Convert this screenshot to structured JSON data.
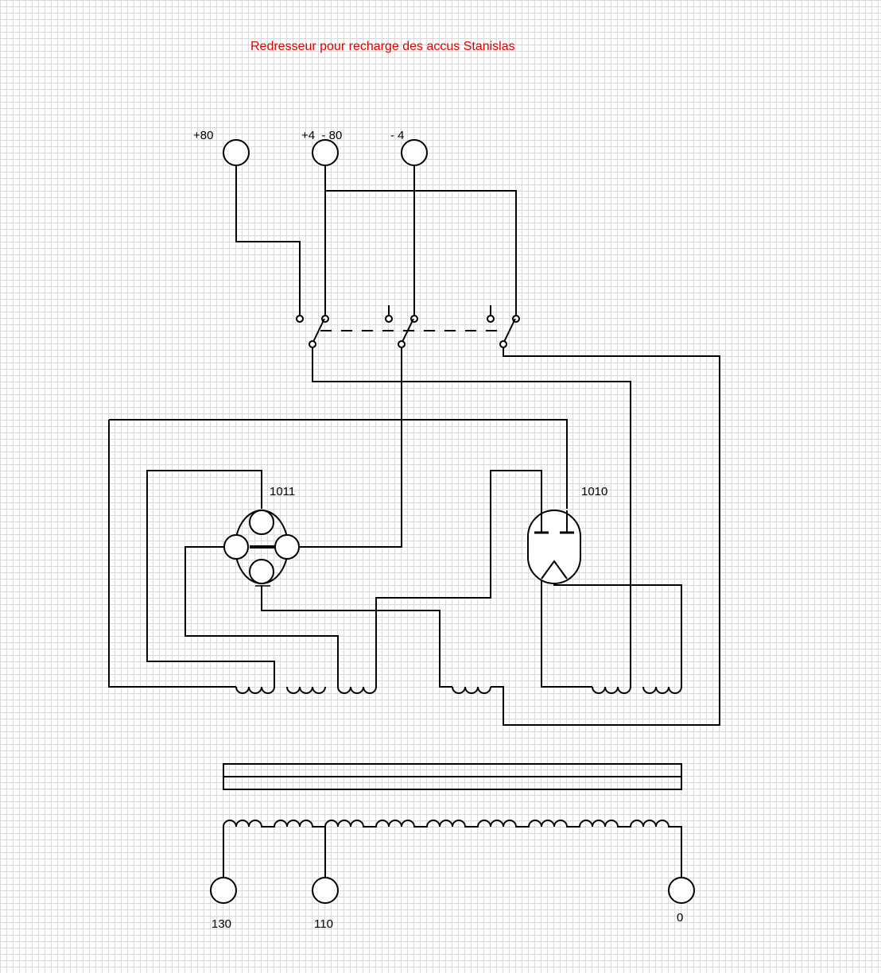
{
  "title": "Redresseur pour recharge des accus Stanislas",
  "colors": {
    "title": "#e00000",
    "grid": "#d9d9d9",
    "line": "#000000"
  },
  "terminals": {
    "top_1": "+80",
    "top_2": "+4  - 80",
    "top_3": "- 4",
    "bottom_1": "130",
    "bottom_2": "110",
    "bottom_3": "0"
  },
  "tubes": {
    "left": "1011",
    "right": "1010"
  }
}
